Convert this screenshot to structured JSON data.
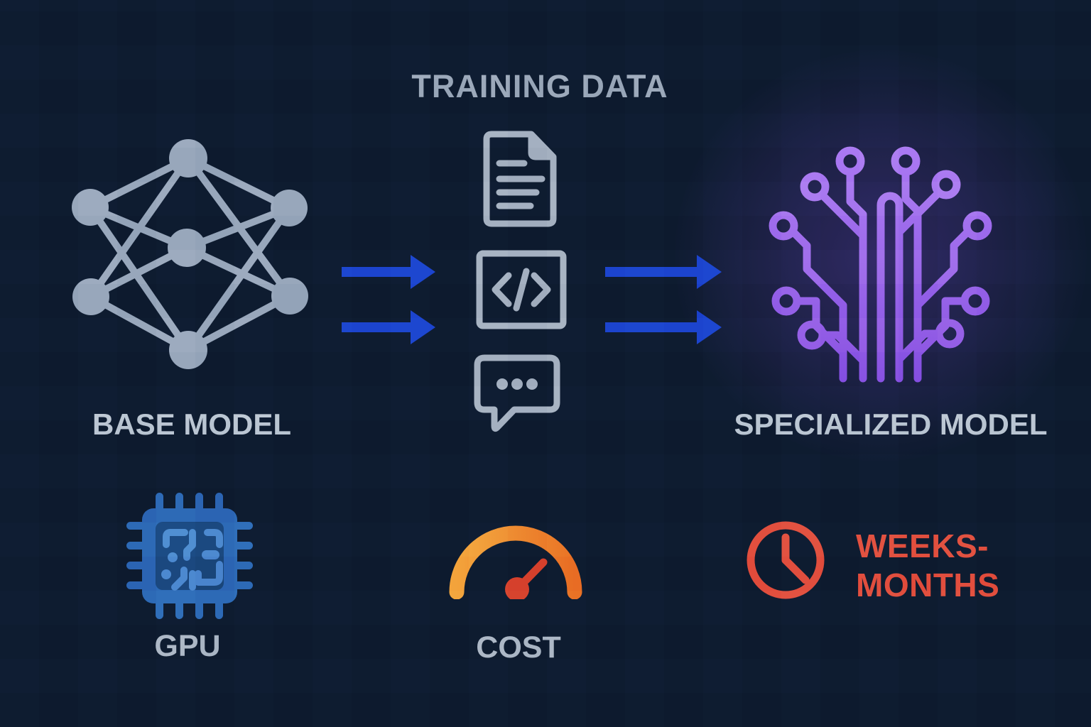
{
  "colors": {
    "background": "#0E1C31",
    "net_gray": "#9AA9BD",
    "icon_gray": "#A6B2C2",
    "heading_gray": "#9EABBC",
    "label_gray": "#BDC8D4",
    "sub_label_gray": "#AFBAC8",
    "arrow_blue": "#1C45CF",
    "gpu_blue": "#2E6CB8",
    "gpu_dark": "#1B4A82",
    "gpu_trace": "#4E8CD1",
    "gauge_orange_start": "#F4A93F",
    "gauge_orange_end": "#E96F24",
    "needle_red": "#D8452F",
    "time_red": "#E2503F",
    "purple_light": "#B183F4",
    "purple_dark": "#8A52E2",
    "glow_purple": "rgba(124,70,215,0.32)"
  },
  "header": {
    "title": "TRAINING DATA"
  },
  "nodes": {
    "base_model": {
      "label": "BASE MODEL",
      "icon": "neural-network-icon"
    },
    "training_data": {
      "icons": [
        "document-icon",
        "code-icon",
        "chat-bubble-icon"
      ]
    },
    "specialized_model": {
      "label": "SPECIALIZED MODEL",
      "icon": "circuit-tree-icon"
    }
  },
  "flow_arrows": {
    "count": 4,
    "direction": "right"
  },
  "footer": {
    "gpu": {
      "label": "GPU",
      "icon": "gpu-chip-icon"
    },
    "cost": {
      "label": "COST",
      "icon": "cost-gauge-icon"
    },
    "duration": {
      "line1": "WEEKS-",
      "line2": "MONTHS",
      "icon": "clock-icon"
    }
  }
}
